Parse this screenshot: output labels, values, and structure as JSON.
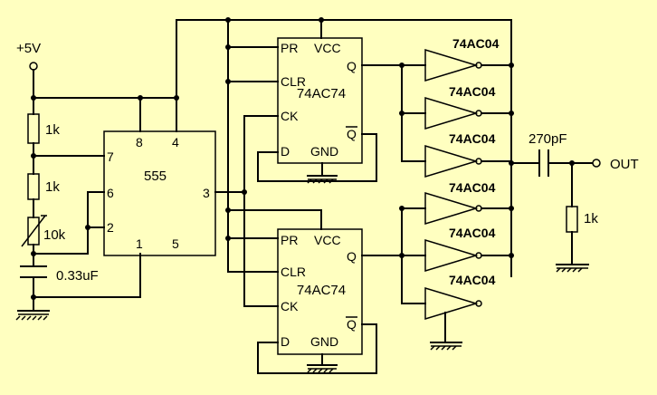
{
  "supply": {
    "label": "+5V"
  },
  "output": {
    "label": "OUT"
  },
  "resistors": {
    "r1": "1k",
    "r2": "1k",
    "pot": "10k",
    "load": "1k"
  },
  "capacitors": {
    "timing": "0.33uF",
    "coupling": "270pF"
  },
  "timer": {
    "name": "555",
    "pins": {
      "p8": "8",
      "p4": "4",
      "p7": "7",
      "p6": "6",
      "p2": "2",
      "p3": "3",
      "p1": "1",
      "p5": "5"
    }
  },
  "flipflop": {
    "name": "74AC74",
    "pins": {
      "pr": "PR",
      "vcc": "VCC",
      "q": "Q",
      "clr": "CLR",
      "ck": "CK",
      "d": "D",
      "gnd": "GND",
      "qbar": "Q"
    }
  },
  "inverters": [
    "74AC04",
    "74AC04",
    "74AC04",
    "74AC04",
    "74AC04",
    "74AC04"
  ]
}
